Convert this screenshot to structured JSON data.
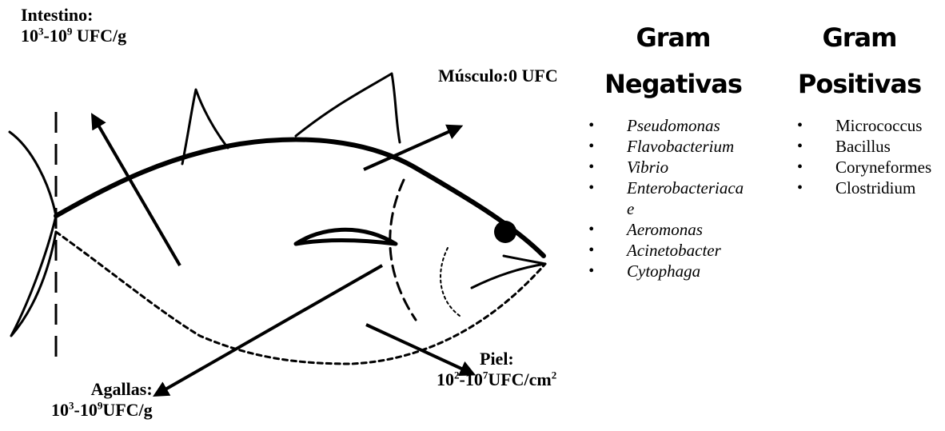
{
  "labels": {
    "intestino": {
      "name": "Intestino:",
      "base1": "10",
      "exp1": "3",
      "mid": "-10",
      "exp2": "9",
      "unit": " UFC/g"
    },
    "musculo": {
      "text": "Músculo:0 UFC"
    },
    "agallas": {
      "name": "Agallas:",
      "base1": "10",
      "exp1": "3",
      "mid": "-10",
      "exp2": "9",
      "unit": "UFC/g"
    },
    "piel": {
      "name": "Piel:",
      "base1": "10",
      "exp1": "2",
      "mid": "-10",
      "exp2": "7",
      "unit": "UFC/cm",
      "exp3": "2"
    }
  },
  "columns": {
    "negativas": {
      "heading_line1": "Gram",
      "heading_line2": "Negativas",
      "items": [
        "Pseudomonas",
        "Flavobacterium",
        "Vibrio",
        "Enterobacteriacae",
        "Aeromonas",
        "Acinetobacter",
        "Cytophaga"
      ]
    },
    "positivas": {
      "heading_line1": "Gram",
      "heading_line2": "Positivas",
      "items": [
        "Micrococcus",
        "Bacillus",
        "Coryneformes",
        "Clostridium"
      ]
    }
  }
}
